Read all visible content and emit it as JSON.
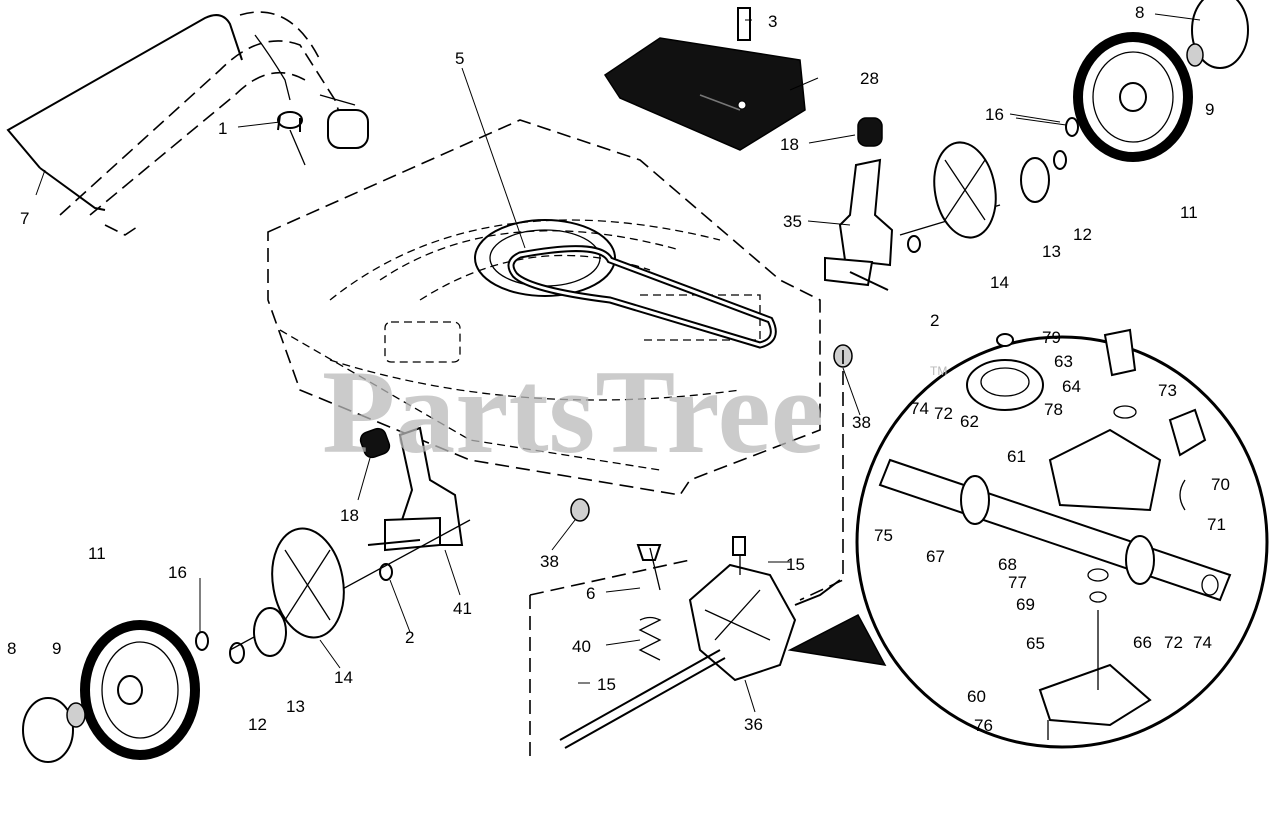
{
  "watermark": {
    "text": "PartsTree",
    "mark": "TM"
  },
  "callouts": {
    "c1": "1",
    "c2a": "2",
    "c2b": "2",
    "c3": "3",
    "c5": "5",
    "c6": "6",
    "c7": "7",
    "c8a": "8",
    "c8b": "8",
    "c9a": "9",
    "c9b": "9",
    "c11a": "11",
    "c11b": "11",
    "c12a": "12",
    "c12b": "12",
    "c13a": "13",
    "c13b": "13",
    "c14a": "14",
    "c14b": "14",
    "c15a": "15",
    "c15b": "15",
    "c16a": "16",
    "c16b": "16",
    "c18a": "18",
    "c18b": "18",
    "c28": "28",
    "c35": "35",
    "c36": "36",
    "c38a": "38",
    "c38b": "38",
    "c40": "40",
    "c41": "41",
    "c60": "60",
    "c61": "61",
    "c62": "62",
    "c63": "63",
    "c64": "64",
    "c65": "65",
    "c66": "66",
    "c67": "67",
    "c68": "68",
    "c69": "69",
    "c70": "70",
    "c71": "71",
    "c72a": "72",
    "c72b": "72",
    "c73": "73",
    "c74a": "74",
    "c74b": "74",
    "c75": "75",
    "c76": "76",
    "c77": "77",
    "c78": "78",
    "c79": "79"
  }
}
